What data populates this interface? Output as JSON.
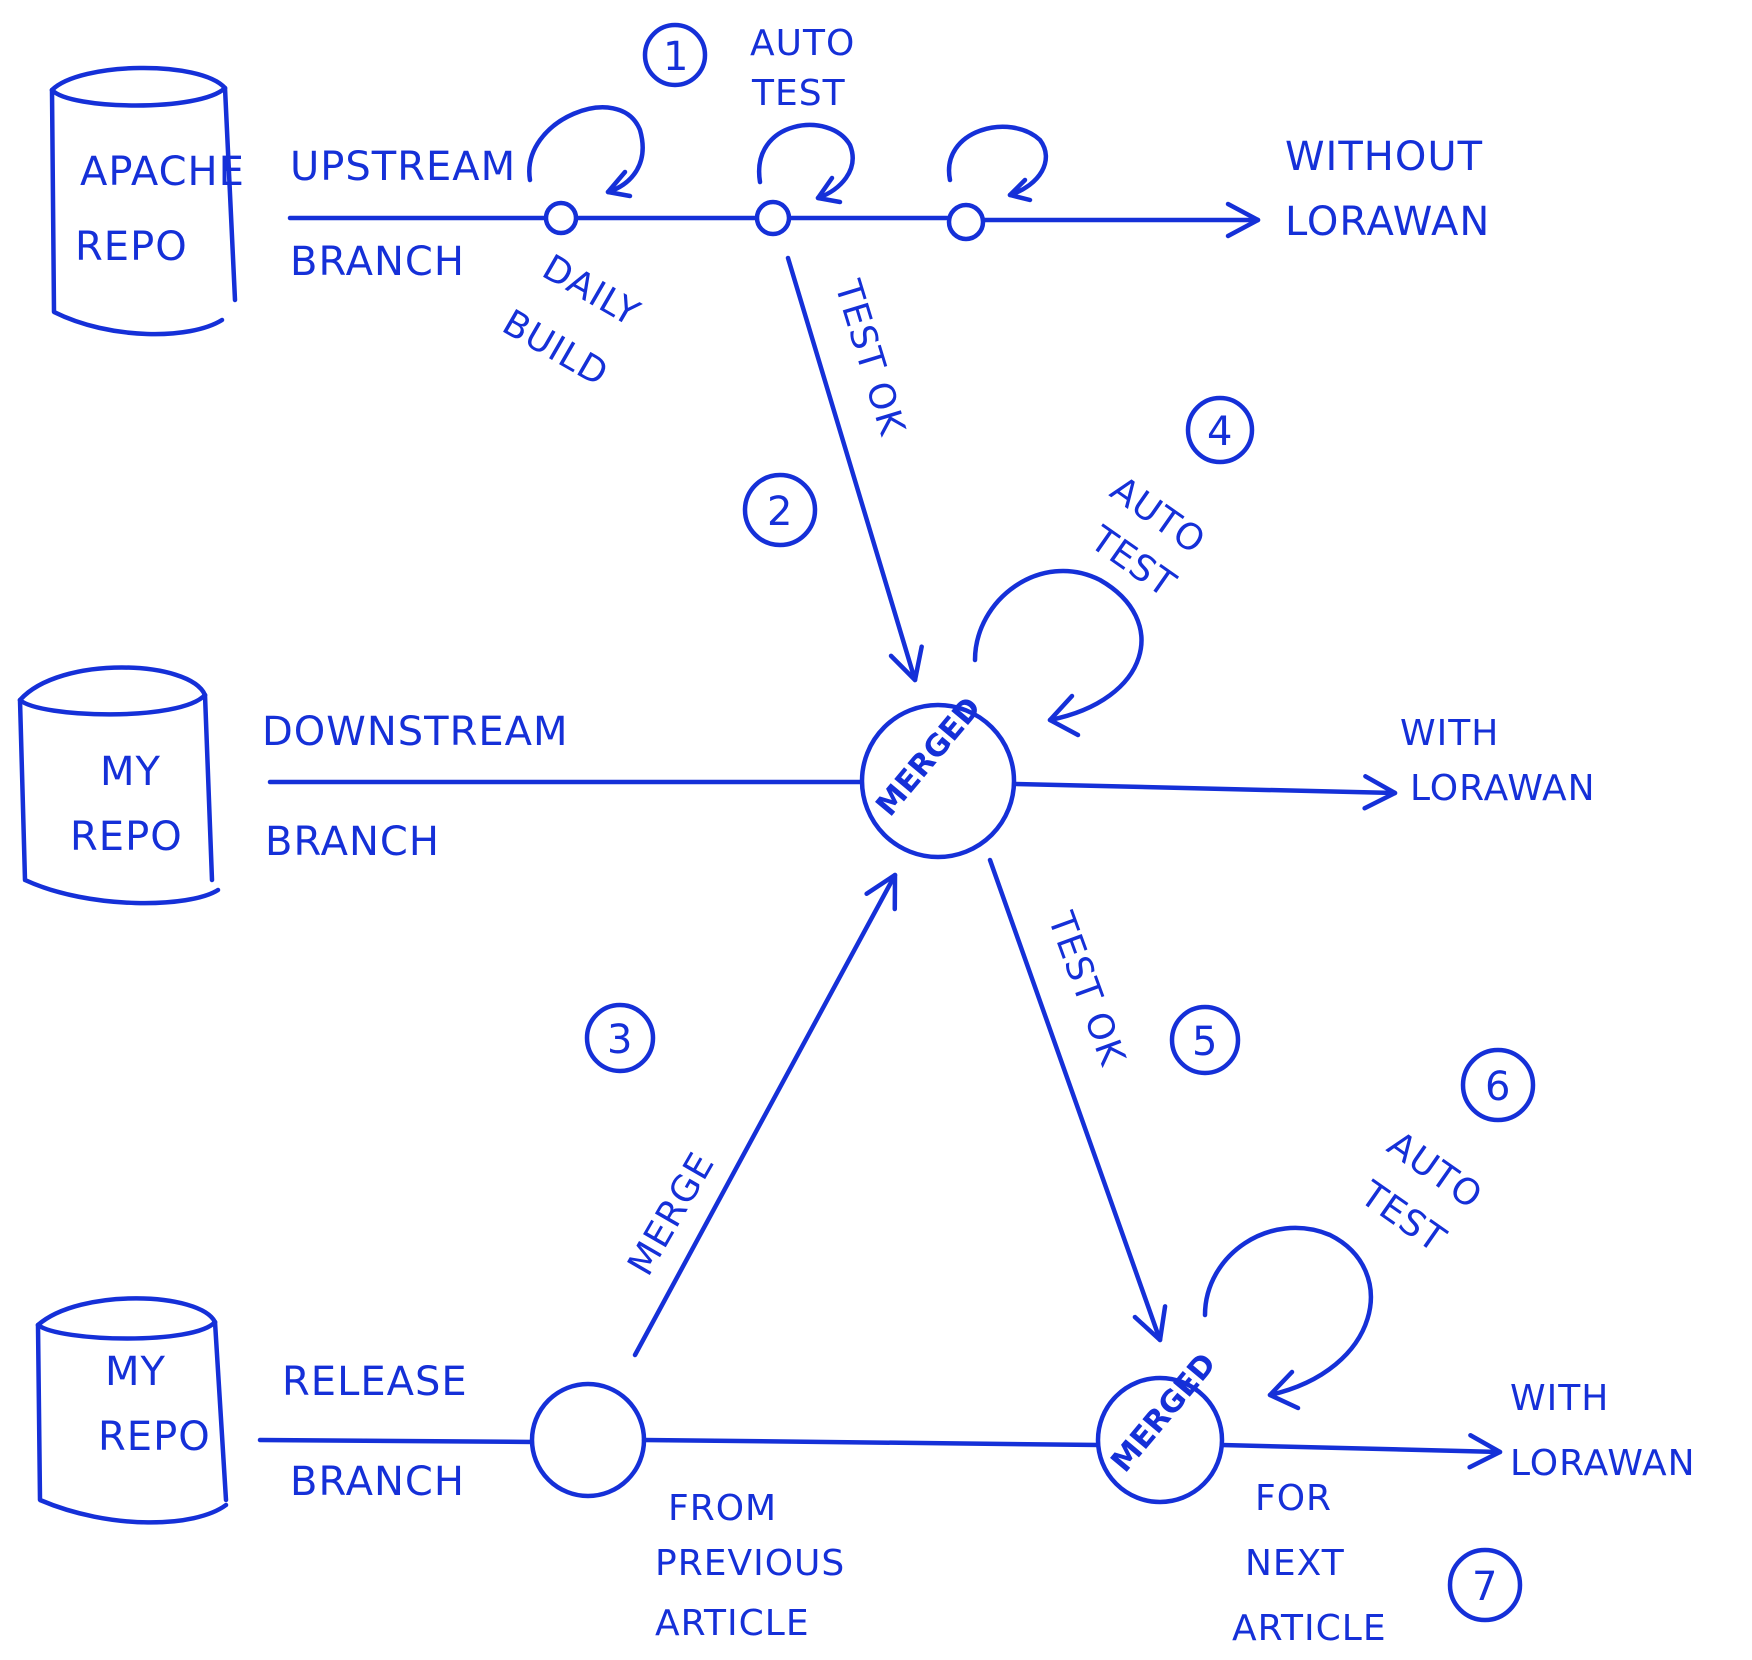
{
  "colors": {
    "ink": "#1530d8",
    "background": "#ffffff"
  },
  "repos": {
    "apache": {
      "line1": "APACHE",
      "line2": "REPO"
    },
    "my_downstream": {
      "line1": "MY",
      "line2": "REPO"
    },
    "my_release": {
      "line1": "MY",
      "line2": "REPO"
    }
  },
  "branches": {
    "upstream": {
      "line1": "UPSTREAM",
      "line2": "BRANCH",
      "end_line1": "WITHOUT",
      "end_line2": "LORAWAN"
    },
    "downstream": {
      "line1": "DOWNSTREAM",
      "line2": "BRANCH",
      "end_line1": "WITH",
      "end_line2": "LORAWAN"
    },
    "release": {
      "line1": "RELEASE",
      "line2": "BRANCH",
      "end_line1": "WITH",
      "end_line2": "LORAWAN"
    }
  },
  "labels": {
    "daily_build_1": "DAILY",
    "daily_build_2": "BUILD",
    "auto_test_top_1": "AUTO",
    "auto_test_top_2": "TEST",
    "test_ok_1": "TEST OK",
    "auto_test_mid_1": "AUTO",
    "auto_test_mid_2": "TEST",
    "merge": "MERGE",
    "test_ok_2": "TEST OK",
    "auto_test_bot_1": "AUTO",
    "auto_test_bot_2": "TEST",
    "merged_mid": "MERGED",
    "merged_bot": "MERGED",
    "from_1": "FROM",
    "from_2": "PREVIOUS",
    "from_3": "ARTICLE",
    "for_1": "FOR",
    "for_2": "NEXT",
    "for_3": "ARTICLE"
  },
  "steps": [
    "1",
    "2",
    "3",
    "4",
    "5",
    "6",
    "7"
  ]
}
